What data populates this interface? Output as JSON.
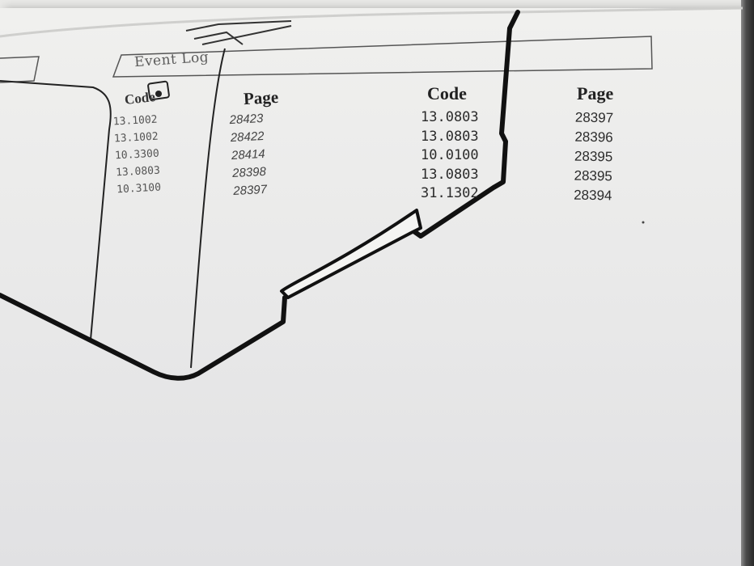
{
  "event_log": {
    "title": "Event Log"
  },
  "left_table": {
    "code_header": "Code",
    "page_header": "Page",
    "codes": [
      "13.1002",
      "13.1002",
      "10.3300",
      "13.0803",
      "10.3100"
    ],
    "pages": [
      "28423",
      "28422",
      "28414",
      "28398",
      "28397"
    ]
  },
  "right_table": {
    "code_header": "Code",
    "page_header": "Page",
    "codes": [
      "13.0803",
      "13.0803",
      "10.0100",
      "13.0803",
      "31.1302"
    ],
    "pages": [
      "28397",
      "28396",
      "28395",
      "28395",
      "28394"
    ]
  },
  "colors": {
    "paper": "#ececea",
    "ink": "#111111",
    "edge": "#2a2a2a"
  }
}
